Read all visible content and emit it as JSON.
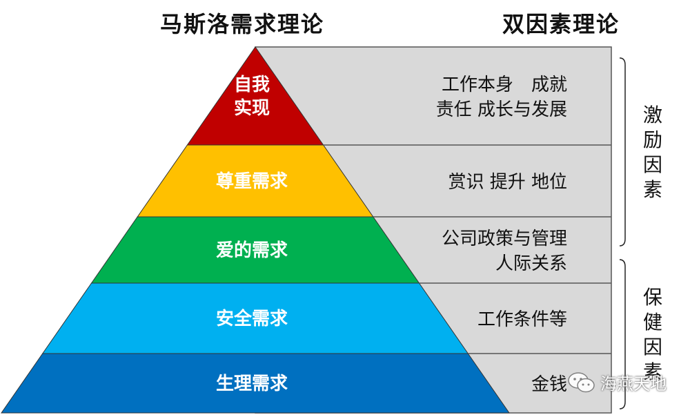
{
  "titles": {
    "left": "马斯洛需求理论",
    "right": "双因素理论"
  },
  "pyramid": {
    "levels": [
      {
        "label_lines": [
          "自我",
          "实现"
        ],
        "color": "#C00000",
        "items": [
          "工作本身　成就",
          "责任  成长与发展"
        ]
      },
      {
        "label_lines": [
          "尊重需求"
        ],
        "color": "#FFC000",
        "items": [
          "赏识  提升  地位"
        ]
      },
      {
        "label_lines": [
          "爱的需求"
        ],
        "color": "#00B050",
        "items": [
          "公司政策与管理",
          "人际关系"
        ]
      },
      {
        "label_lines": [
          "安全需求"
        ],
        "color": "#00B0F0",
        "items": [
          "工作条件等"
        ]
      },
      {
        "label_lines": [
          "生理需求"
        ],
        "color": "#0070C0",
        "items": [
          "金钱"
        ]
      }
    ],
    "panel_color": "#D9D9D9"
  },
  "brackets": [
    {
      "label_chars": [
        "激",
        "励",
        "因",
        "素"
      ]
    },
    {
      "label_chars": [
        "保",
        "健",
        "因",
        "素"
      ]
    }
  ],
  "watermark": {
    "text": "海燕天地",
    "icon": "wechat-icon"
  }
}
